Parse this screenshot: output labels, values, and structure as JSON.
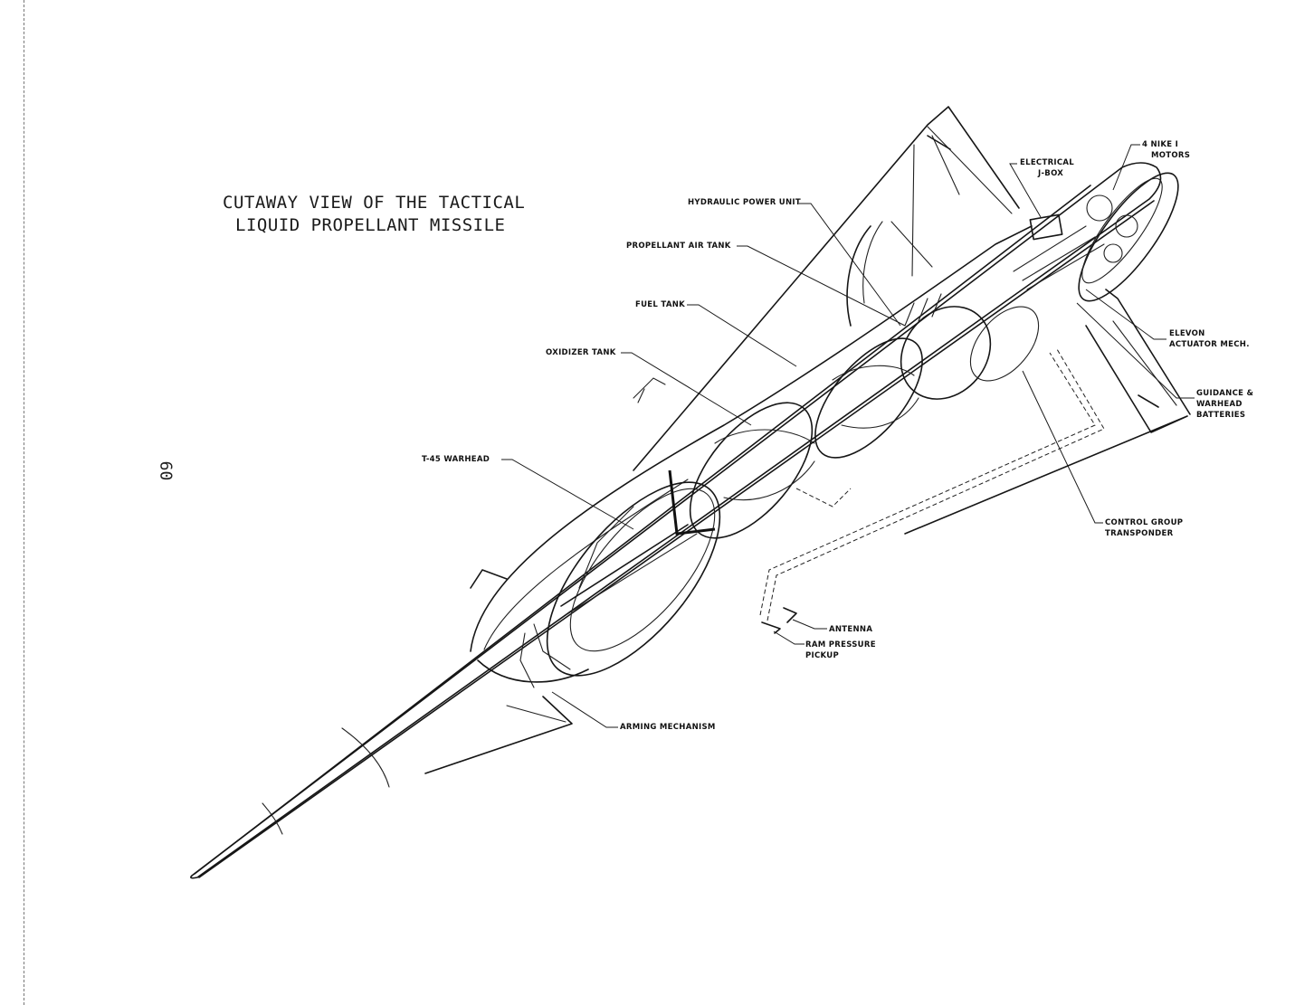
{
  "title": {
    "line1": "CUTAWAY VIEW OF THE TACTICAL",
    "line2": "LIQUID PROPELLANT MISSILE"
  },
  "page_number": "60",
  "labels": {
    "hydraulic_power_unit": "HYDRAULIC POWER UNIT",
    "propellant_air_tank": "PROPELLANT AIR TANK",
    "fuel_tank": "FUEL TANK",
    "oxidizer_tank": "OXIDIZER TANK",
    "t45_warhead": "T-45 WARHEAD",
    "electrical_jbox_line1": "ELECTRICAL",
    "electrical_jbox_line2": "J-BOX",
    "nike_motors_line1": "4 NIKE  I",
    "nike_motors_line2": "MOTORS",
    "elevon_line1": "ELEVON",
    "elevon_line2": "ACTUATOR MECH.",
    "guidance_line1": "GUIDANCE &",
    "guidance_line2": "WARHEAD",
    "guidance_line3": "BATTERIES",
    "control_group_line1": "CONTROL GROUP",
    "control_group_line2": "TRANSPONDER",
    "antenna": "ANTENNA",
    "ram_pressure_line1": "RAM PRESSURE",
    "ram_pressure_line2": "PICKUP",
    "arming_mechanism": "ARMING MECHANISM"
  },
  "colors": {
    "ink": "#161616",
    "paper": "#ffffff"
  }
}
